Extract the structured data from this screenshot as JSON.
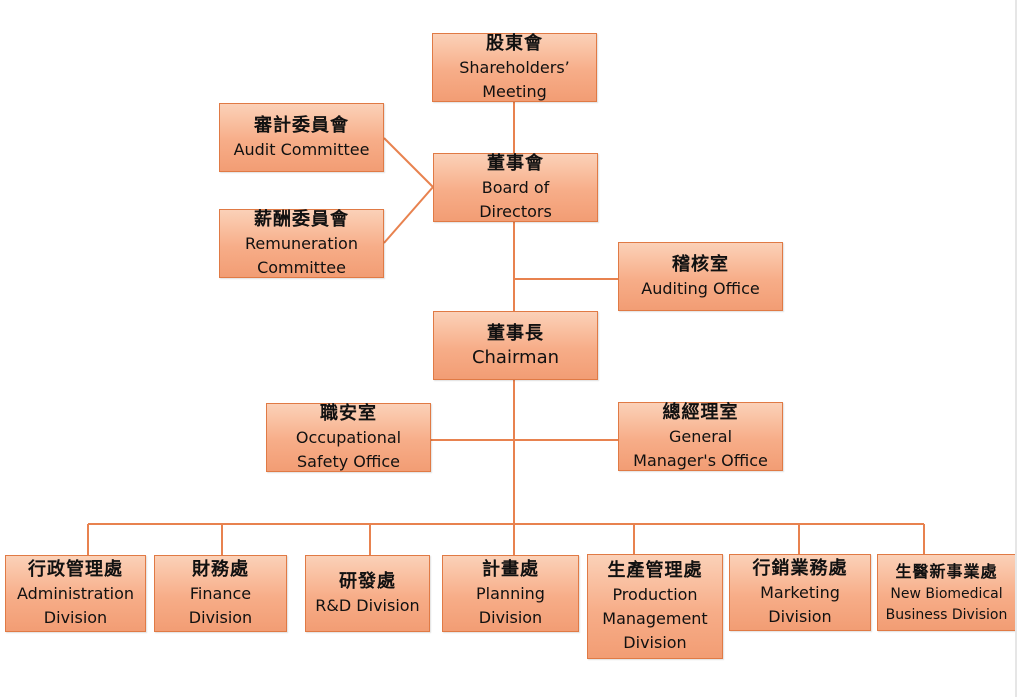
{
  "nodes": [
    {
      "id": "shareholders",
      "zh": "股東會",
      "en": [
        "Shareholders’",
        "Meeting"
      ]
    },
    {
      "id": "audit-committee",
      "zh": "審計委員會",
      "en": [
        "Audit Committee"
      ]
    },
    {
      "id": "board",
      "zh": "董事會",
      "en": [
        "Board of",
        "Directors"
      ]
    },
    {
      "id": "remuneration-committee",
      "zh": "薪酬委員會",
      "en": [
        "Remuneration",
        "Committee"
      ]
    },
    {
      "id": "auditing-office",
      "zh": "稽核室",
      "en": [
        "Auditing Office"
      ]
    },
    {
      "id": "chairman",
      "zh": "董事長",
      "en": [
        "Chairman"
      ]
    },
    {
      "id": "safety-office",
      "zh": "職安室",
      "en": [
        "Occupational",
        "Safety Office"
      ]
    },
    {
      "id": "gm-office",
      "zh": "總經理室",
      "en": [
        "General",
        "Manager's Office"
      ]
    },
    {
      "id": "administration",
      "zh": "行政管理處",
      "en": [
        "Administration",
        "Division"
      ]
    },
    {
      "id": "finance",
      "zh": "財務處",
      "en": [
        "Finance",
        "Division"
      ]
    },
    {
      "id": "rnd",
      "zh": "研發處",
      "en": [
        "R&D Division"
      ]
    },
    {
      "id": "planning",
      "zh": "計畫處",
      "en": [
        "Planning",
        "Division"
      ]
    },
    {
      "id": "production",
      "zh": "生產管理處",
      "en": [
        "Production",
        "Management",
        "Division"
      ]
    },
    {
      "id": "marketing",
      "zh": "行銷業務處",
      "en": [
        "Marketing",
        "Division"
      ]
    },
    {
      "id": "biomedical",
      "zh": "生醫新事業處",
      "en": [
        "New Biomedical",
        "Business Division"
      ]
    }
  ],
  "edges": [
    [
      "shareholders",
      "board"
    ],
    [
      "audit-committee",
      "board"
    ],
    [
      "remuneration-committee",
      "board"
    ],
    [
      "board",
      "auditing-office"
    ],
    [
      "board",
      "chairman"
    ],
    [
      "chairman",
      "safety-office"
    ],
    [
      "chairman",
      "gm-office"
    ],
    [
      "chairman",
      "administration"
    ],
    [
      "chairman",
      "finance"
    ],
    [
      "chairman",
      "rnd"
    ],
    [
      "chairman",
      "planning"
    ],
    [
      "chairman",
      "production"
    ],
    [
      "chairman",
      "marketing"
    ],
    [
      "chairman",
      "biomedical"
    ]
  ],
  "colors": {
    "box_fill": "#f7ad88",
    "box_border": "#e07a45",
    "line": "#e8824f"
  }
}
